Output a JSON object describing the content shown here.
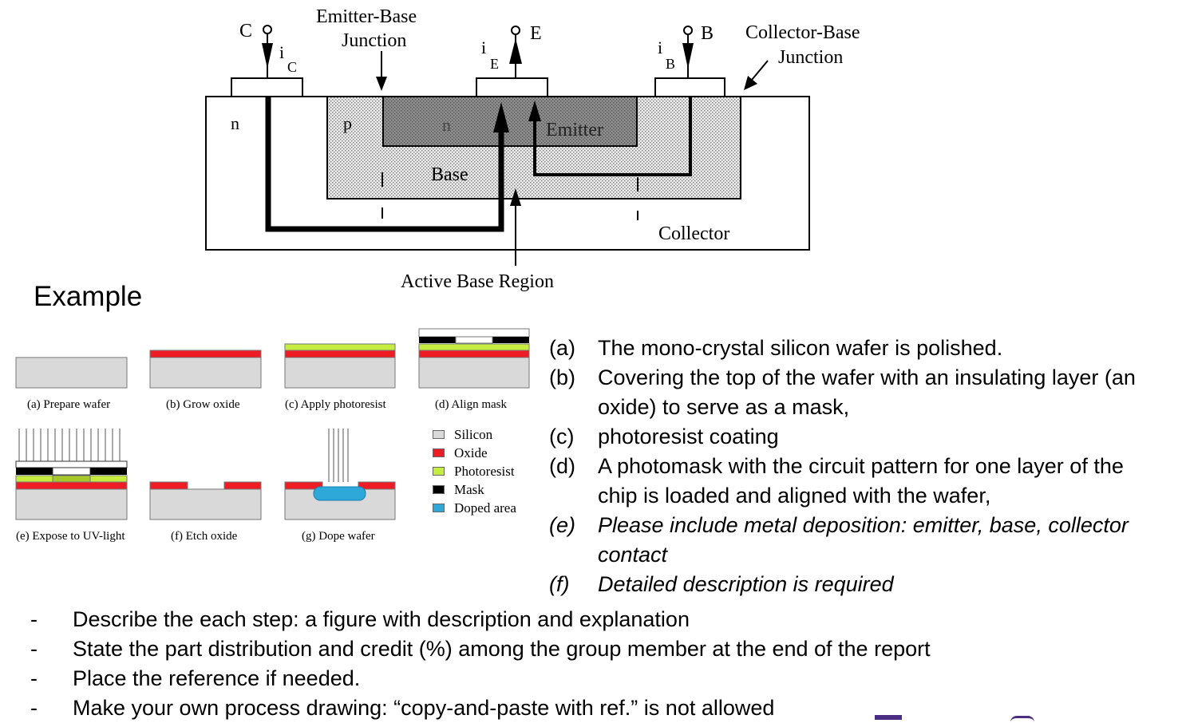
{
  "bjt_diagram": {
    "terminals": {
      "collector": "C",
      "emitter": "E",
      "base": "B"
    },
    "currents": {
      "collector": {
        "main": "i",
        "sub": "C"
      },
      "emitter": {
        "main": "i",
        "sub": "E"
      },
      "base": {
        "main": "i",
        "sub": "B"
      }
    },
    "region_labels": {
      "n_outer": "n",
      "p": "p",
      "n_inner": "n",
      "emitter": "Emitter",
      "base": "Base",
      "collector": "Collector"
    },
    "annotations": {
      "emitter_base_junction": [
        "Emitter-Base",
        "Junction"
      ],
      "collector_base_junction": [
        "Collector-Base",
        "Junction"
      ],
      "active_base_region": "Active Base Region"
    }
  },
  "example_heading": "Example",
  "process_figure": {
    "captions": {
      "a": "(a) Prepare wafer",
      "b": "(b) Grow oxide",
      "c": "(c) Apply photoresist",
      "d": "(d) Align mask",
      "e": "(e) Expose to UV-light",
      "f": "(f) Etch oxide",
      "g": "(g) Dope wafer"
    },
    "legend": [
      {
        "label": "Silicon",
        "color": "#d9d9d9"
      },
      {
        "label": "Oxide",
        "color": "#ee1c24"
      },
      {
        "label": "Photoresist",
        "color": "#c6ec3f"
      },
      {
        "label": "Mask",
        "color": "#000000"
      },
      {
        "label": "Doped area",
        "color": "#2ea8d8"
      }
    ]
  },
  "steps": [
    {
      "label": "(a)",
      "text": "The mono-crystal silicon wafer is polished.",
      "italic": false
    },
    {
      "label": "(b)",
      "text": "Covering the top of the wafer with an insulating layer (an oxide) to serve as a mask,",
      "italic": false
    },
    {
      "label": "(c)",
      "text": "photoresist coating",
      "italic": false
    },
    {
      "label": "(d)",
      "text": "A photomask with the circuit pattern for one layer of the chip is loaded and aligned with the wafer,",
      "italic": false
    },
    {
      "label": "(e)",
      "text": "Please include metal deposition: emitter, base, collector contact",
      "italic": true
    },
    {
      "label": "(f)",
      "text": "Detailed description is required",
      "italic": true
    }
  ],
  "requirements": [
    {
      "dash": "-",
      "text": "Describe the each step: a figure with description and explanation"
    },
    {
      "dash": "-",
      "text": "State the part distribution and credit (%) among the group member at the end of the report"
    },
    {
      "dash": "-",
      "text": "Place the reference if needed."
    },
    {
      "dash": "-",
      "text": "Make your own process drawing: “copy-and-paste with ref.” is not allowed"
    }
  ],
  "colors": {
    "silicon": "#d9d9d9",
    "oxide": "#ee1c24",
    "photoresist": "#c6ec3f",
    "mask": "#000000",
    "doped": "#2ea8d8",
    "dotted_region": "#e2e2e2",
    "emitter_region": "#8e8e8e",
    "brand_purple": "#4b2e83"
  }
}
